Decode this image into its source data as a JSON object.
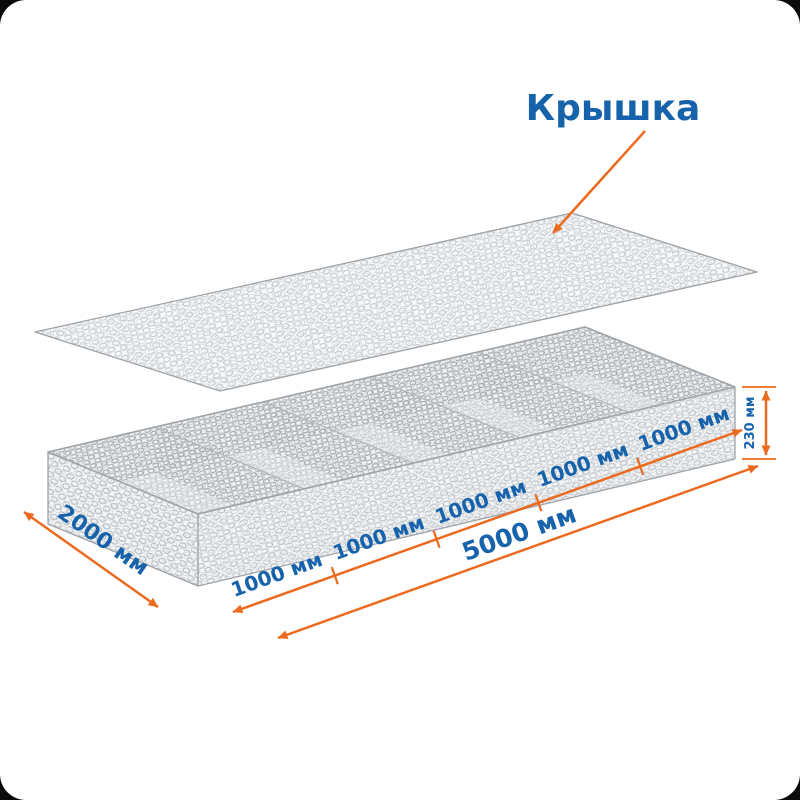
{
  "colors": {
    "accent_orange": "#EC6A1E",
    "label_blue": "#1663AC",
    "mesh_light": "#C3C7CB",
    "mesh_soft": "#CDD1D4",
    "mesh_mid": "#B6BBBF",
    "mesh_dark": "#A8ADB2",
    "edge": "#9EA3A8",
    "canvas_bg": "#FFFFFF",
    "page_bg": "#0A0A0B"
  },
  "callout": {
    "lid_label": "Крышка"
  },
  "dims": {
    "width": "2000 мм",
    "total_length": "5000 мм",
    "height": "230 мм",
    "segments": [
      "1000 мм",
      "1000 мм",
      "1000 мм",
      "1000 мм",
      "1000 мм"
    ]
  }
}
